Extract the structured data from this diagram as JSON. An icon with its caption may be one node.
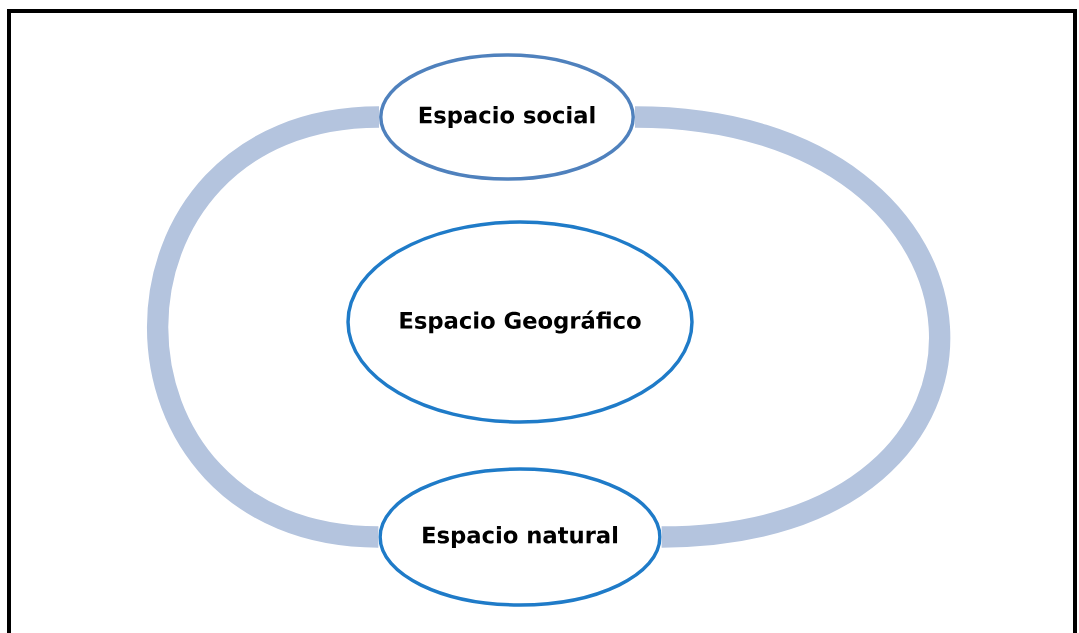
{
  "diagram": {
    "nodes": [
      {
        "text": [
          "Espacio social"
        ]
      },
      {
        "text": [
          "Espacio Geográfico"
        ]
      },
      {
        "text": [
          "Espacio natural"
        ]
      }
    ],
    "edges": [
      {
        "from": 0,
        "to": 2,
        "arrow": "none"
      },
      {
        "from": 2,
        "to": 0,
        "arrow": "none"
      }
    ]
  }
}
